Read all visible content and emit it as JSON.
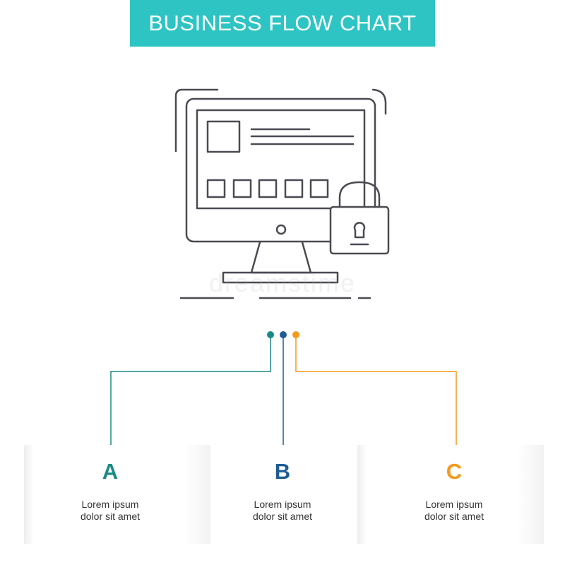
{
  "title": "BUSINESS FLOW CHART",
  "watermark": "dreamstime",
  "colors": {
    "banner": "#2ec4c4",
    "line_art": "#4a4a52",
    "step_a": "#1a8a84",
    "step_b": "#1e5c96",
    "step_c": "#f39a1c"
  },
  "icon": "monitor-with-padlock-icon",
  "steps": [
    {
      "letter": "A",
      "line1": "Lorem ipsum",
      "line2": "dolor sit amet",
      "color": "#1a8a84"
    },
    {
      "letter": "B",
      "line1": "Lorem ipsum",
      "line2": "dolor sit amet",
      "color": "#1e5c96"
    },
    {
      "letter": "C",
      "line1": "Lorem ipsum",
      "line2": "dolor sit amet",
      "color": "#f39a1c"
    }
  ]
}
